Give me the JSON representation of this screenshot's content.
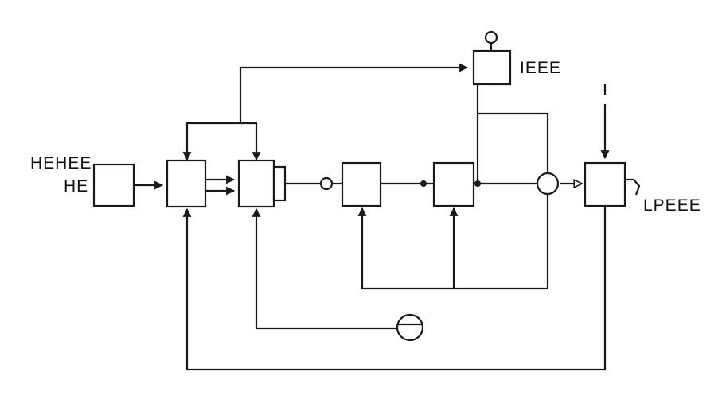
{
  "diagram": {
    "labels": {
      "source_line1": "HEHEE",
      "source_line2": "HE",
      "monitor_block": "IEEE",
      "output_label": "LPEEE"
    },
    "colors": {
      "line": "#1a1a1a",
      "background": "#ffffff",
      "block_fill": "#ffffff"
    },
    "icons": [
      "summing-junction-icon",
      "small-node-circle-icon",
      "crossed-circle-icon",
      "indicator-knob-icon",
      "arrowhead-icon",
      "open-arrowhead-icon"
    ]
  }
}
